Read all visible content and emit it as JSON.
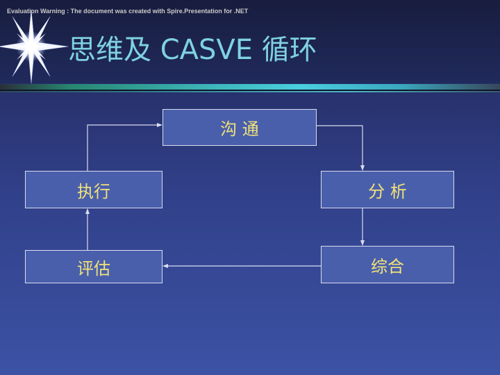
{
  "warning_text": "Evaluation Warning : The document was created with  Spire.Presentation for .NET",
  "title": "思维及 CASVE 循环",
  "diagram": {
    "nodes": {
      "communicate": "沟 通",
      "analyze": "分 析",
      "synthesize": "综合",
      "evaluate": "评估",
      "execute": "执行"
    },
    "flow": [
      "communicate",
      "analyze",
      "synthesize",
      "evaluate",
      "execute",
      "communicate"
    ]
  },
  "colors": {
    "title": "#7fd2e0",
    "node_text": "#f0e27a",
    "node_fill": "#4a5fab",
    "node_border": "#d9ddf0",
    "connector": "#d9ddf0"
  },
  "icons": {
    "decoration": "starburst-icon"
  }
}
